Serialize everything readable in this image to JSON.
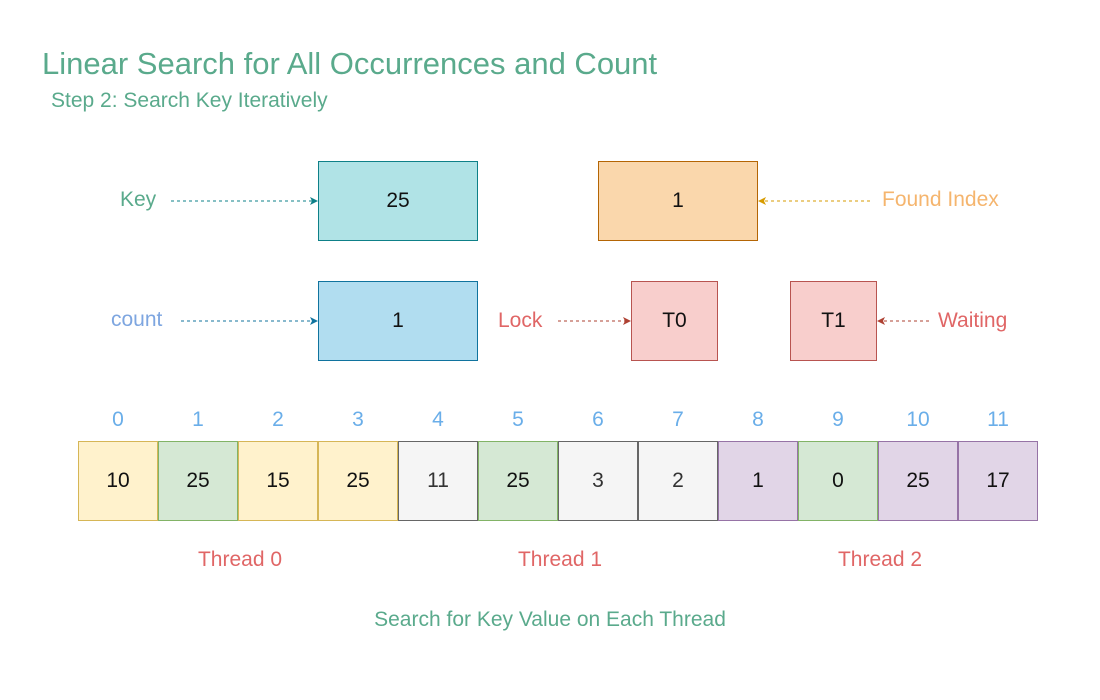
{
  "title": "Linear Search for All Occurrences and Count",
  "subtitle": "Step 2: Search Key Iteratively",
  "key": {
    "label": "Key",
    "value": "25"
  },
  "found_index": {
    "label": "Found Index",
    "value": "1"
  },
  "count": {
    "label": "count",
    "value": "1"
  },
  "lock": {
    "label": "Lock",
    "value": "T0"
  },
  "waiting": {
    "label": "Waiting",
    "value": "T1"
  },
  "array": {
    "indices": [
      "0",
      "1",
      "2",
      "3",
      "4",
      "5",
      "6",
      "7",
      "8",
      "9",
      "10",
      "11"
    ],
    "values": [
      "10",
      "25",
      "15",
      "25",
      "11",
      "25",
      "3",
      "2",
      "1",
      "0",
      "25",
      "17"
    ]
  },
  "threads": [
    "Thread 0",
    "Thread 1",
    "Thread 2"
  ],
  "footer": "Search for Key Value on Each Thread",
  "colors": {
    "title": "#5aaa8c",
    "thread_label": "#e06666",
    "index_label": "#6aaee9",
    "key_fill": "#b0e3e6",
    "found_fill": "#fad7ac",
    "count_fill": "#b1ddf0",
    "lock_fill": "#f8cecc",
    "cell_yellow": "#fff2cc",
    "cell_green": "#d5e8d4",
    "cell_gray": "#f5f5f5",
    "cell_purple": "#e1d5e7"
  }
}
